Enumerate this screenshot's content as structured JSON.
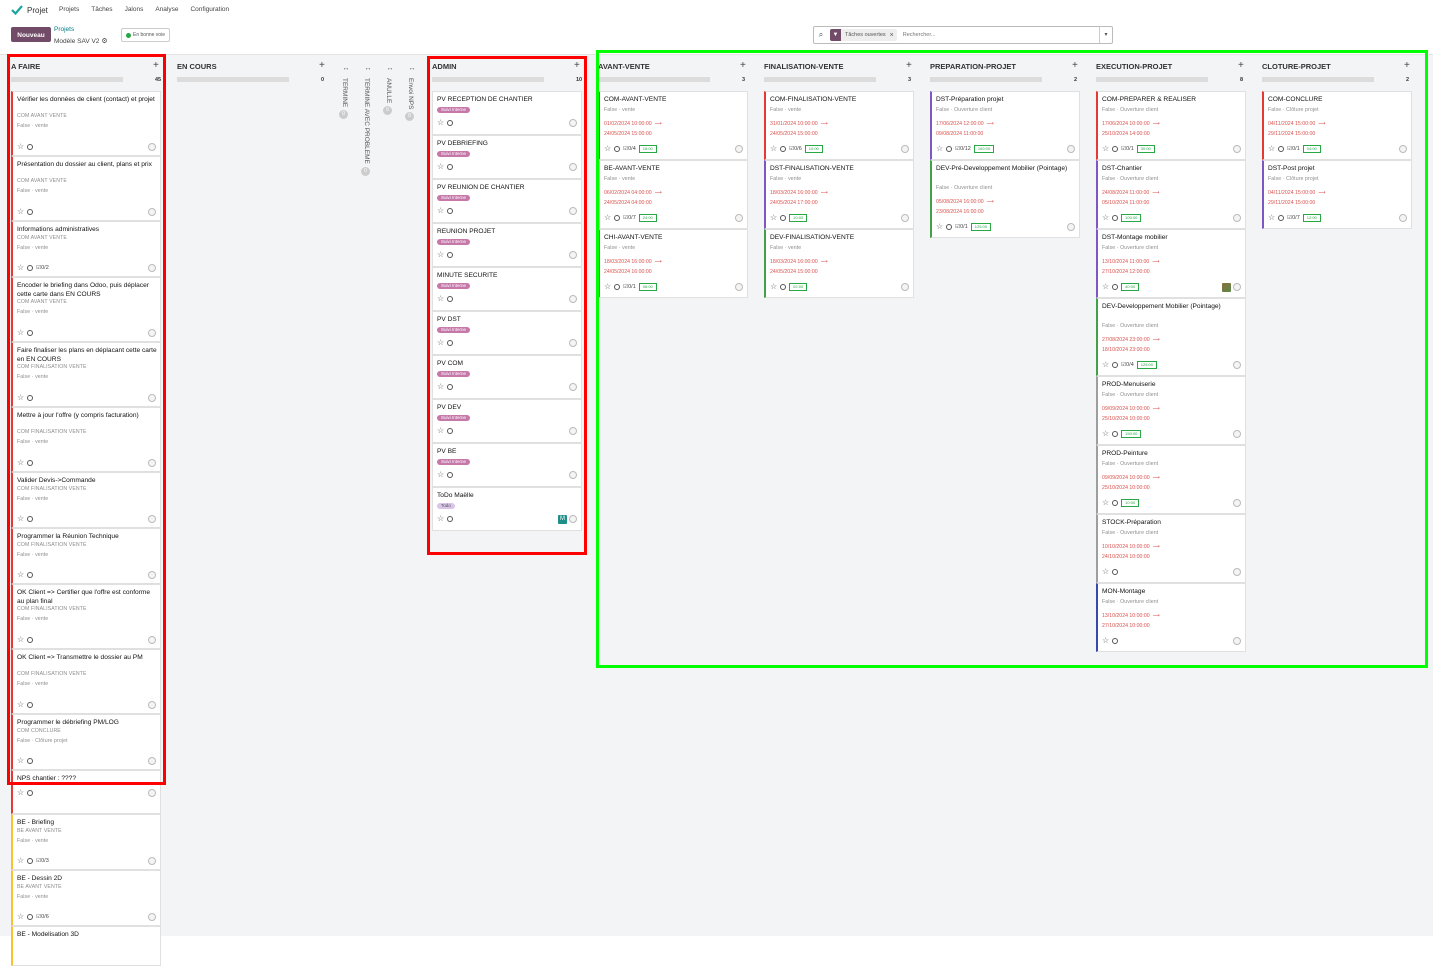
{
  "app": {
    "brand": "Projet",
    "menu": [
      "Projets",
      "Tâches",
      "Jalons",
      "Analyse",
      "Configuration"
    ]
  },
  "control": {
    "new_label": "Nouveau",
    "breadcrumb_parent": "Projets",
    "breadcrumb_current": "Modèle SAV V2",
    "status": "En bonne voie",
    "gear": "⚙"
  },
  "search": {
    "facet": "Tâches ouvertes",
    "placeholder": "Rechercher..."
  },
  "colors": {
    "accent": "#714b67",
    "teal": "#017e84",
    "red_highlight": "#ff0000",
    "green_highlight": "#00ff00",
    "success": "#28a745",
    "danger": "#d9534f"
  },
  "columns": {
    "afaire": {
      "name": "A FAIRE",
      "count": "45",
      "cards": [
        {
          "title": "Vérifier les données de client (contact) et projet",
          "s1": "COM AVANT VENTE",
          "s2": "False · vente",
          "chk": "",
          "lines": 2
        },
        {
          "title": "Présentation du dossier au client, plans et prix",
          "s1": "COM AVANT VENTE",
          "s2": "False · vente",
          "chk": "",
          "lines": 2
        },
        {
          "title": "Informations administratives",
          "s1": "COM AVANT VENTE",
          "s2": "False · vente",
          "chk": "0/2",
          "lines": 1
        },
        {
          "title": "Encoder le briefing dans Odoo, puis déplacer cette carte dans EN COURS",
          "s1": "COM AVANT VENTE",
          "s2": "False · vente",
          "chk": "",
          "lines": 2
        },
        {
          "title": "Faire finaliser les plans en déplacant cette carte en EN COURS",
          "s1": "COM FINALISATION VENTE",
          "s2": "False · vente",
          "chk": "",
          "lines": 2
        },
        {
          "title": "Mettre à jour l'offre (y compris facturation)",
          "s1": "COM FINALISATION VENTE",
          "s2": "False · vente",
          "chk": "",
          "lines": 2
        },
        {
          "title": "Valider Devis->Commande",
          "s1": "COM FINALISATION VENTE",
          "s2": "False · vente",
          "chk": "",
          "lines": 1
        },
        {
          "title": "Programmer la Réunion Technique",
          "s1": "COM FINALISATION VENTE",
          "s2": "False · vente",
          "chk": "",
          "lines": 1
        },
        {
          "title": "OK Client => Certifier que l'offre est conforme au plan final",
          "s1": "COM FINALISATION VENTE",
          "s2": "False · vente",
          "chk": "",
          "lines": 2
        },
        {
          "title": "OK Client => Transmettre le dossier au PM",
          "s1": "COM FINALISATION VENTE",
          "s2": "False · vente",
          "chk": "",
          "lines": 2
        },
        {
          "title": "Programmer le débriefing PM/LOG",
          "s1": "COM CONCLURE",
          "s2": "False · Clôture projet",
          "chk": "",
          "lines": 1
        },
        {
          "title": "NPS chantier : ????",
          "s1": "",
          "s2": "",
          "chk": "",
          "lines": 0
        },
        {
          "title": "BE - Briefing",
          "s1": "BE AVANT VENTE",
          "s2": "False · vente",
          "chk": "0/3",
          "lines": 1
        },
        {
          "title": "BE - Dessin 2D",
          "s1": "BE AVANT VENTE",
          "s2": "False · vente",
          "chk": "0/6",
          "lines": 1
        },
        {
          "title": "BE - Modelisation 3D",
          "s1": "",
          "s2": "",
          "chk": "",
          "lines": 0
        }
      ]
    },
    "encours": {
      "name": "EN COURS",
      "count": "0"
    },
    "folded": [
      {
        "name": "TERMINE",
        "count": "0"
      },
      {
        "name": "TERMINE AVEC PROBLEME",
        "count": "0"
      },
      {
        "name": "ANULLE",
        "count": "0"
      },
      {
        "name": "Envoi NPS",
        "count": "0"
      }
    ],
    "admin": {
      "name": "ADMIN",
      "count": "10",
      "cards": [
        {
          "title": "PV RECEPTION DE CHANTIER",
          "tag": "Suivi Interne"
        },
        {
          "title": "PV DEBRIEFING",
          "tag": "Suivi Interne"
        },
        {
          "title": "PV REUNION DE CHANTIER",
          "tag": "Suivi Interne"
        },
        {
          "title": "REUNION PROJET",
          "tag": "Suivi Interne"
        },
        {
          "title": "MINUTE SECURITE",
          "tag": "Suivi Interne"
        },
        {
          "title": "PV DST",
          "tag": "Suivi Interne"
        },
        {
          "title": "PV COM",
          "tag": "Suivi Interne"
        },
        {
          "title": "PV DEV",
          "tag": "Suivi Interne"
        },
        {
          "title": "PV BE",
          "tag": "Suivi Interne"
        },
        {
          "title": "ToDo Maëlle",
          "tag": "Todo",
          "avatar": "M"
        }
      ]
    },
    "stages": [
      {
        "name": "AVANT-VENTE",
        "count": "3",
        "cards": [
          {
            "title": "COM-AVANT-VENTE",
            "sub": "False · vente",
            "d1": "01/02/2024 10:00:00",
            "d2": "24/05/2024 15:00:00",
            "chk": "0/4",
            "hours": "16:00",
            "color": "#e53935"
          },
          {
            "title": "BE-AVANT-VENTE",
            "sub": "False · vente",
            "d1": "06/02/2024 04:00:00",
            "d2": "24/05/2024 04:00:00",
            "chk": "0/7",
            "hours": "24:00",
            "color": "#fbc02d"
          },
          {
            "title": "CHI-AVANT-VENTE",
            "sub": "False · vente",
            "d1": "18/03/2024 16:00:00",
            "d2": "24/05/2024 16:00:00",
            "chk": "0/1",
            "hours": "06:00",
            "color": "#43a047"
          }
        ]
      },
      {
        "name": "FINALISATION-VENTE",
        "count": "3",
        "cards": [
          {
            "title": "COM-FINALISATION-VENTE",
            "sub": "False · vente",
            "d1": "31/01/2024 10:00:00",
            "d2": "24/05/2024 15:00:00",
            "chk": "0/6",
            "hours": "10:00",
            "color": "#e53935"
          },
          {
            "title": "DST-FINALISATION-VENTE",
            "sub": "False · vente",
            "d1": "18/03/2024 16:00:00",
            "d2": "24/05/2024 17:00:00",
            "chk": "",
            "hours": "10:00",
            "color": "#7e57c2"
          },
          {
            "title": "DEV-FINALISATION-VENTE",
            "sub": "False · vente",
            "d1": "18/03/2024 16:00:00",
            "d2": "24/05/2024 15:00:00",
            "chk": "",
            "hours": "02:00",
            "color": "#43a047"
          }
        ]
      },
      {
        "name": "PREPARATION-PROJET",
        "count": "2",
        "cards": [
          {
            "title": "DST-Préparation projet",
            "sub": "False · Ouverture client",
            "d1": "17/06/2024 12:00:00",
            "d2": "09/08/2024 11:00:00",
            "chk": "0/12",
            "hours": "100:00",
            "color": "#7e57c2"
          },
          {
            "title": "DEV-Pré-Developpement Mobilier (Pointage)",
            "sub": "False · Ouverture client",
            "d1": "05/08/2024 16:00:00",
            "d2": "23/08/2024 16:00:00",
            "chk": "0/1",
            "hours": "125:00",
            "color": "#43a047"
          }
        ]
      },
      {
        "name": "EXECUTION-PROJET",
        "count": "8",
        "cards": [
          {
            "title": "COM-PREPARER & REALISER",
            "sub": "False · Ouverture client",
            "d1": "17/06/2024 10:00:00",
            "d2": "25/10/2024 14:00:00",
            "chk": "0/1",
            "hours": "30:00",
            "color": "#e53935"
          },
          {
            "title": "DST-Chantier",
            "sub": "False · Ouverture client",
            "d1": "24/08/2024 11:00:00",
            "d2": "05/10/2024 11:00:00",
            "chk": "",
            "hours": "100:00",
            "color": "#7e57c2"
          },
          {
            "title": "DST-Montage mobilier",
            "sub": "False · Ouverture client",
            "d1": "13/10/2024 11:00:00",
            "d2": "27/10/2024 12:00:00",
            "chk": "",
            "hours": "40:00",
            "color": "#7e57c2",
            "photo": true
          },
          {
            "title": "DEV-Developpement Mobilier (Pointage)",
            "sub": "False · Ouverture client",
            "d1": "27/08/2024 23:00:00",
            "d2": "18/10/2024 23:00:00",
            "chk": "0/4",
            "hours": "125:00",
            "color": "#43a047"
          },
          {
            "title": "PROD-Menuiserie",
            "sub": "False · Ouverture client",
            "d1": "09/09/2024 10:00:00",
            "d2": "25/10/2024 10:00:00",
            "chk": "",
            "hours": "150:00",
            "color": "#9e9e9e"
          },
          {
            "title": "PROD-Peinture",
            "sub": "False · Ouverture client",
            "d1": "09/09/2024 10:00:00",
            "d2": "25/10/2024 10:00:00",
            "chk": "",
            "hours": "10:00",
            "color": "#9e9e9e"
          },
          {
            "title": "STOCK-Préparation",
            "sub": "False · Ouverture client",
            "d1": "10/10/2024 10:00:00",
            "d2": "24/10/2024 10:00:00",
            "chk": "",
            "hours": "",
            "color": "#9e9e9e"
          },
          {
            "title": "MON-Montage",
            "sub": "False · Ouverture client",
            "d1": "13/10/2024 10:00:00",
            "d2": "27/10/2024 10:00:00",
            "chk": "",
            "hours": "",
            "color": "#3949ab"
          }
        ]
      },
      {
        "name": "CLOTURE-PROJET",
        "count": "2",
        "cards": [
          {
            "title": "COM-CONCLURE",
            "sub": "False · Clôture projet",
            "d1": "04/11/2024 15:00:00",
            "d2": "29/11/2024 15:00:00",
            "chk": "0/1",
            "hours": "04:00",
            "color": "#e53935"
          },
          {
            "title": "DST-Post projet",
            "sub": "False · Clôture projet",
            "d1": "04/11/2024 15:00:00",
            "d2": "29/11/2024 15:00:00",
            "chk": "0/7",
            "hours": "12:00",
            "color": "#7e57c2"
          }
        ]
      }
    ]
  }
}
